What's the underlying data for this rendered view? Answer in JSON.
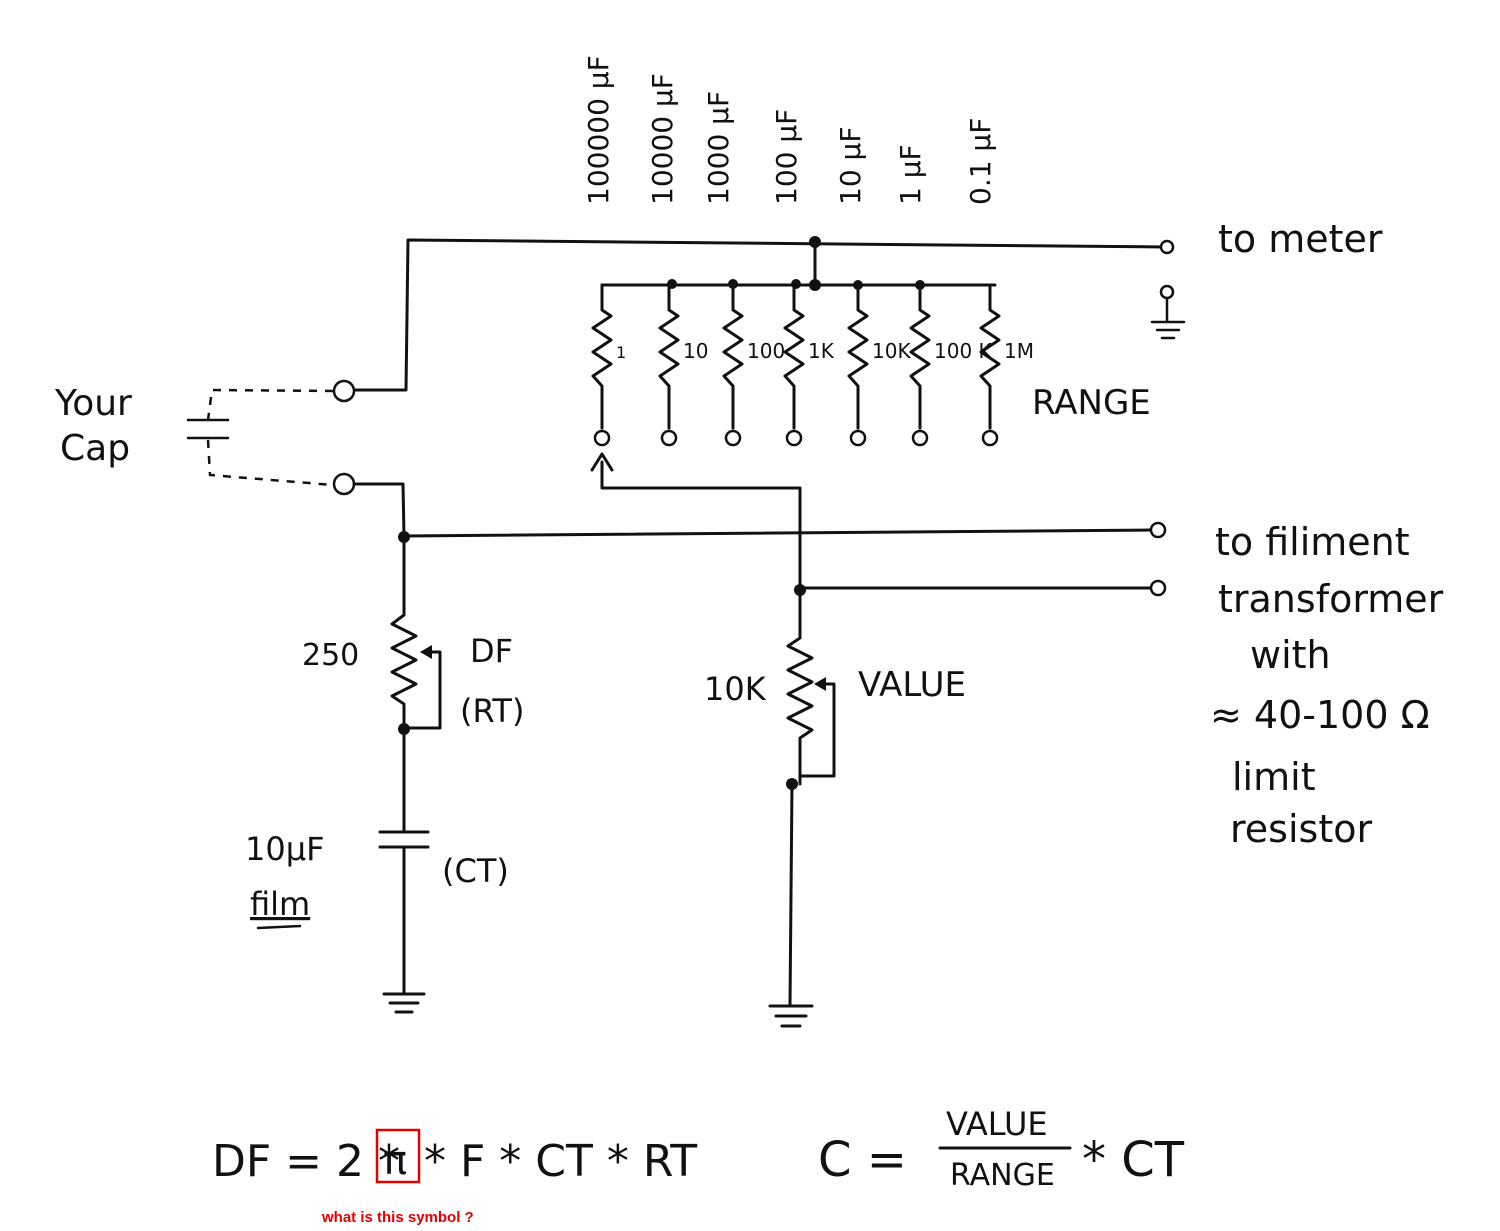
{
  "capacitor_ranges": [
    "100000 µF",
    "10000 µF",
    "1000 µF",
    "100 µF",
    "10 µF",
    "1 µF",
    "0.1 µF"
  ],
  "range_resistors": [
    "1",
    "10",
    "100",
    "1K",
    "10K",
    "100 K",
    "1M"
  ],
  "labels": {
    "to_meter": "to meter",
    "your_cap_line1": "Your",
    "your_cap_line2": "Cap",
    "range": "RANGE",
    "filament_lines": [
      "to filiment",
      "transformer",
      "with",
      "≈ 40-100 Ω",
      "limit",
      "resistor"
    ],
    "rt_value": "250",
    "df": "DF",
    "rt": "(RT)",
    "ct_value": "10µF",
    "ct_type": "film",
    "ct": "(CT)",
    "value_res": "10K",
    "value": "VALUE"
  },
  "formulas": {
    "df_left": "DF = 2 *",
    "df_symbol": "π",
    "df_right": "* F * CT * RT",
    "c_left": "C =",
    "c_num": "VALUE",
    "c_den": "RANGE",
    "c_right": "* CT"
  },
  "annotation": {
    "question": "what is this symbol ?",
    "box_color": "#e00000"
  }
}
